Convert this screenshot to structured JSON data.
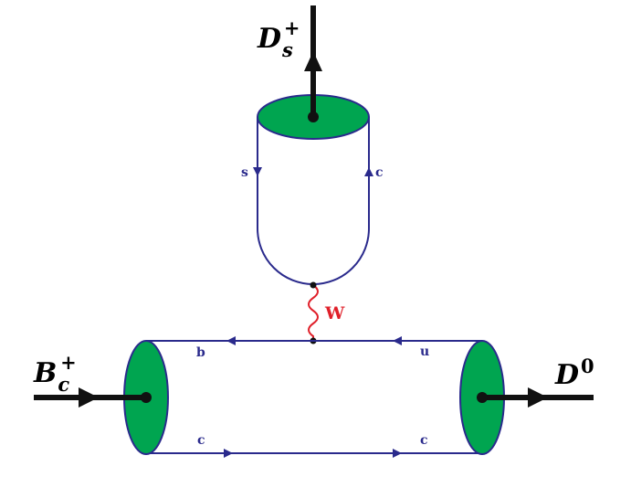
{
  "colors": {
    "quark_line": "#2a2a8c",
    "meson_fill": "#00a550",
    "w_boson": "#e0202a",
    "external_line": "#111111"
  },
  "mesons": {
    "bc": {
      "main": "B",
      "sub": "c",
      "sup": "+"
    },
    "ds": {
      "main": "D",
      "sub": "s",
      "sup": "+"
    },
    "d0": {
      "main": "D",
      "sup": "0"
    }
  },
  "quarks": {
    "top_left": "b",
    "top_right": "u",
    "bottom_left": "c",
    "bottom_right": "c",
    "loop_left": "s",
    "loop_right": "c"
  },
  "boson": {
    "label": "W"
  }
}
